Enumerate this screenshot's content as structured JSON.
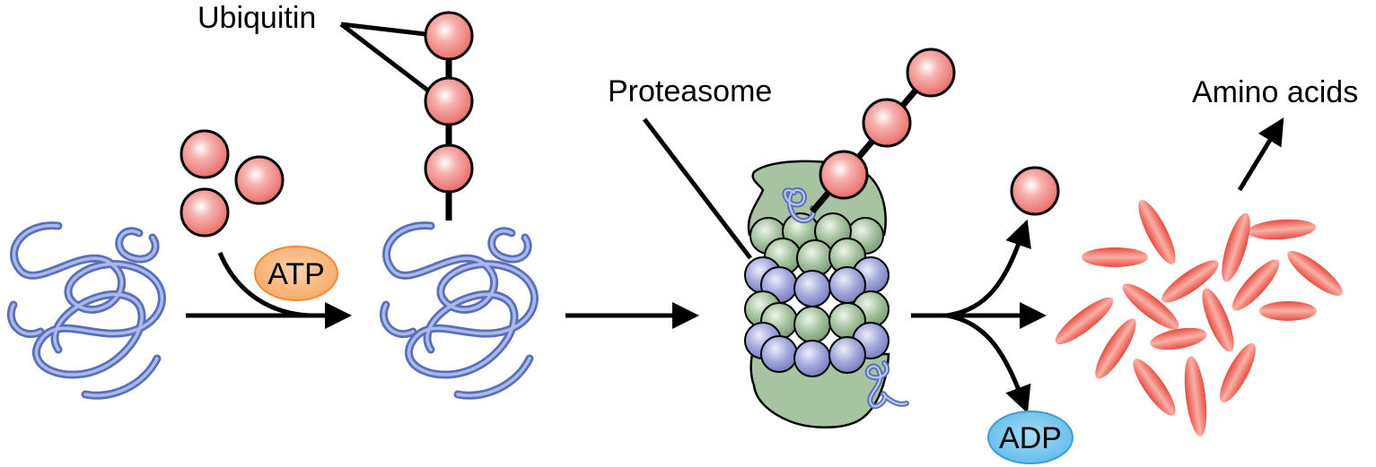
{
  "labels": {
    "ubiquitin": "Ubiquitin",
    "proteasome": "Proteasome",
    "amino_acids": "Amino acids",
    "atp": "ATP",
    "adp": "ADP"
  },
  "colors": {
    "ubiquitin": "#f08a88",
    "protein": "#7f93d9",
    "proteasome_green": "#a7c3a1",
    "proteasome_blue": "#a3a8dc",
    "atp": "#f7b275",
    "adp": "#6ec3ec",
    "amino_acid": "#e8564a"
  }
}
